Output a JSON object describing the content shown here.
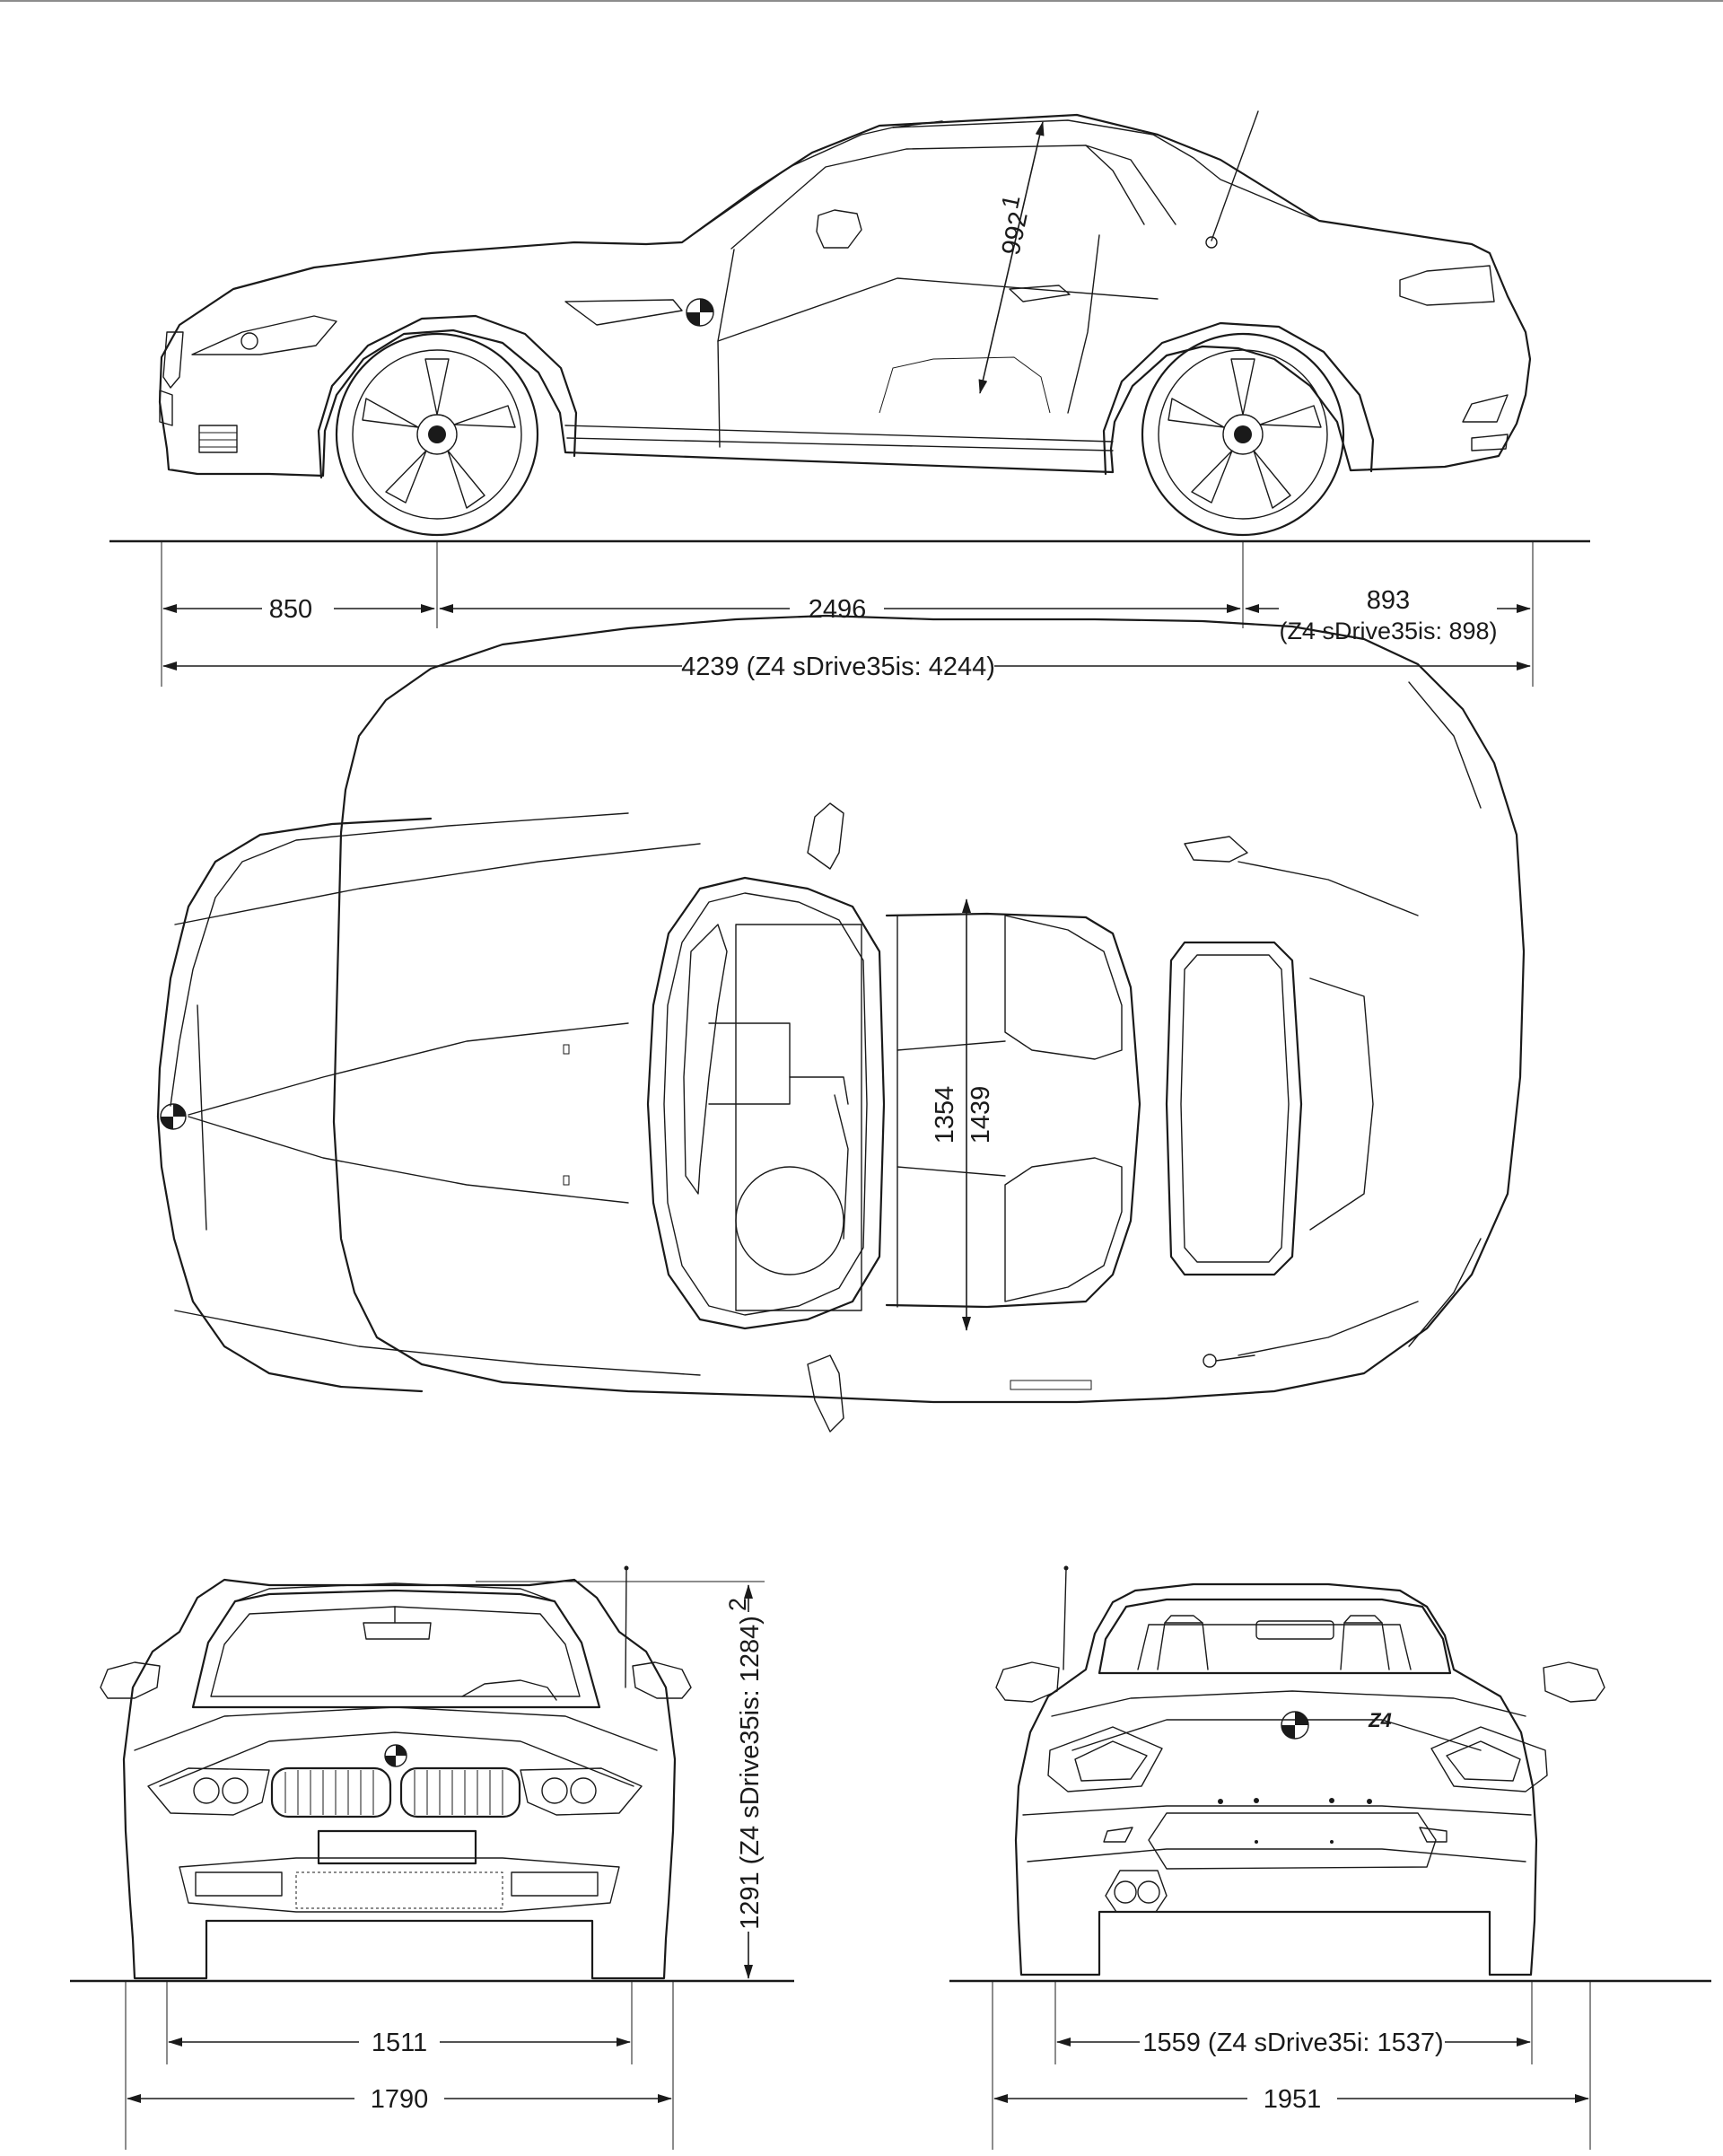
{
  "side_view": {
    "front_overhang": "850",
    "wheelbase": "2496",
    "rear_overhang": "893",
    "rear_overhang_variant": "(Z4 sDrive35is: 898)",
    "overall_length": "4239 (Z4 sDrive35is: 4244)",
    "seat_to_roof": "992",
    "seat_to_roof_note": "1"
  },
  "top_view": {
    "interior_width_1": "1354",
    "interior_width_2": "1439"
  },
  "front_view": {
    "height": "1291 (Z4 sDrive35is: 1284)",
    "height_note": "2",
    "front_track": "1511",
    "width": "1790"
  },
  "rear_view": {
    "rear_track": "1559 (Z4 sDrive35i: 1537)",
    "width_mirrors": "1951",
    "badge_text": "Z4"
  },
  "colors": {
    "line": "#1a1a1a",
    "background": "#ffffff"
  }
}
